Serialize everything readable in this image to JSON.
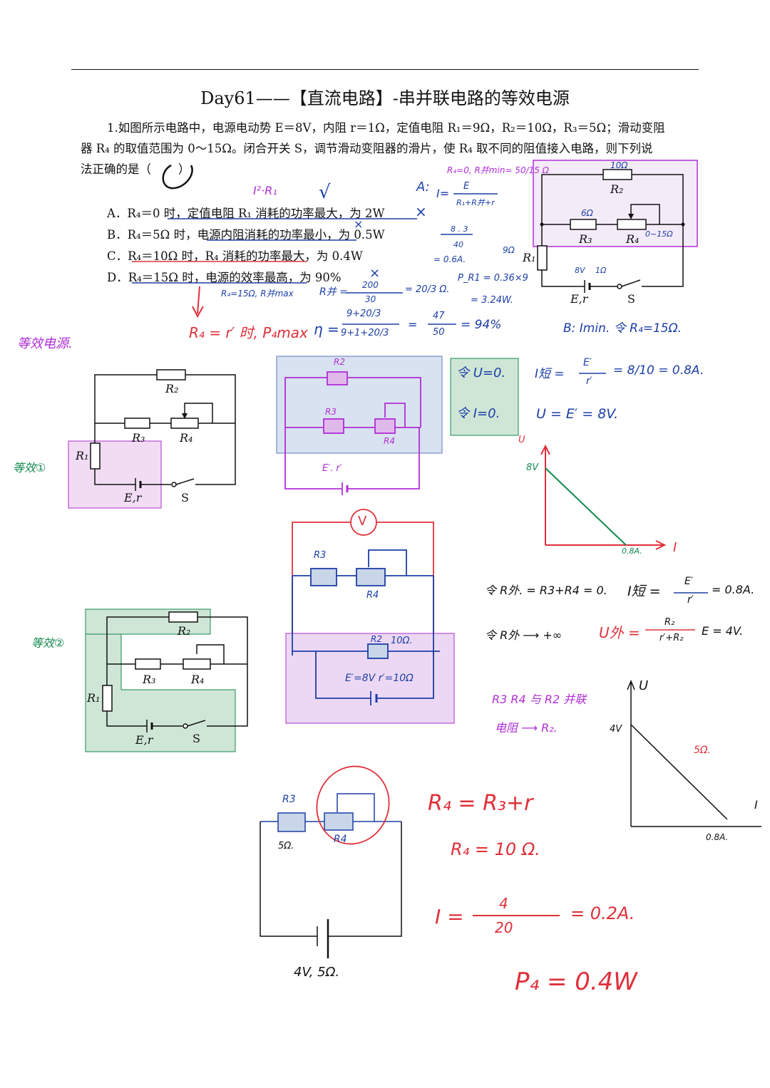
{
  "title": "Day61——【直流电路】-串并联电路的等效电源",
  "question": {
    "line1": "1.如图所示电路中，电源电动势 E＝8V，内阻 r＝1Ω，定值电阻 R₁＝9Ω，R₂＝10Ω，R₃＝5Ω；滑动变阻",
    "line2": "器 R₄ 的取值范围为 0～15Ω。闭合开关 S，调节滑动变阻器的滑片，使 R₄ 取不同的阻值接入电路，则下列说",
    "line3": "法正确的是（",
    "line3_end": "）",
    "options": [
      "A．R₄＝0 时，定值电阻 R₁ 消耗的功率最大，为 2W",
      "B．R₄＝5Ω 时，电源内阻消耗的功率最小，为 0.5W",
      "C．R₄＝10Ω 时，R₄ 消耗的功率最大，为 0.4W",
      "D．R₄＝15Ω 时，电源的效率最高，为 90%"
    ]
  },
  "circuit_labels": {
    "R1": "R₁",
    "R2": "R₂",
    "R3": "R₃",
    "R4": "R₄",
    "Er": "E,r",
    "S": "S",
    "R2_note": "10Ω",
    "R3_note": "6Ω",
    "R4_range": "0~15Ω",
    "E_note": "8V",
    "r_note": "1Ω",
    "R1_note": "9Ω"
  },
  "notes": {
    "i2r": "I²·R₁",
    "check": "√",
    "A_label": "A:",
    "A_formula_lhs": "I=",
    "A_formula_num": "E",
    "A_formula_den": "R₁+R并+r",
    "A_header": "R₄=0, R并min= 50/15 Ω",
    "frac_8_3": "8 . 3",
    "frac_40": "40",
    "eq_06": "= 0.6A.",
    "p_r1": "P_R1 = 0.36×9",
    "p_r1b": "= 3.24W.",
    "d_note": "R₄=15Ω, R并max",
    "r_par": "R并 =",
    "r_par_num": "200",
    "r_par_den": "30",
    "r_par_res": "= 20/3 Ω.",
    "eta": "η =",
    "eta_num": "9+20/3",
    "eta_den": "9+1+20/3",
    "eta_mid": "=",
    "eta_frac_num": "47",
    "eta_frac_den": "50",
    "eta_res": "= 94%",
    "b_note": "B: Imin. 令 R₄=15Ω.",
    "p4max": "R₄ = r′ 时, P₄max",
    "equiv_source": "等效电源.",
    "equiv1": "等效①",
    "equiv2": "等效②",
    "u0": "令 U=0.",
    "i0": "令 I=0.",
    "ishort": "I短 =",
    "ishort_num": "E′",
    "ishort_den": "r′",
    "ishort_res": "= 8/10 = 0.8A.",
    "uE": "U = E′ = 8V.",
    "g1_8v": "8V",
    "g1_08": "0.8A.",
    "g1_U": "U",
    "g1_I": "I",
    "E_r_prime": "E′. r′",
    "R3_h": "R3",
    "R4_h": "R4",
    "R2_h": "R2",
    "V_label": "V",
    "R2_10": "10Ω.",
    "E8V": "E′=8V  r′=10Ω",
    "wai0": "令 R外. = R3+R4 = 0.",
    "ishort2": "I短 =",
    "ishort2_num": "E′",
    "ishort2_den": "r′",
    "ishort2_res": "= 0.8A.",
    "wai_inf": "令 R外 ⟶ +∞",
    "u_wai": "U外 =",
    "u_wai_num": "R₂",
    "u_wai_den": "r′+R₂",
    "u_wai_res": "E = 4V.",
    "parallel_note1": "R3 R4 与 R2 并联",
    "parallel_note2": "电阻 ⟶ R₂.",
    "g2_4v": "4V",
    "g2_5": "5Ω.",
    "g2_08": "0.8A.",
    "g2_U": "U",
    "g2_I": "I",
    "b_R3": "R3",
    "b_R4": "R4",
    "b_5": "5Ω.",
    "b_src": "4V, 5Ω.",
    "r4_eq": "R₄ = R₃+r",
    "r4_val": "R₄ = 10 Ω.",
    "I_eq": "I =",
    "I_num": "4",
    "I_den": "20",
    "I_res": "= 0.2A.",
    "P4": "P₄ = 0.4W",
    "C_cross": "×",
    "colors": {
      "blue": "#1d3fa6",
      "purple": "#b02ed6",
      "red": "#e0303a",
      "green": "#138a4e",
      "green_fill": "#cfe6d6",
      "purple_fill": "#ecd8f4",
      "blue_fill": "#c9d6ea"
    }
  }
}
